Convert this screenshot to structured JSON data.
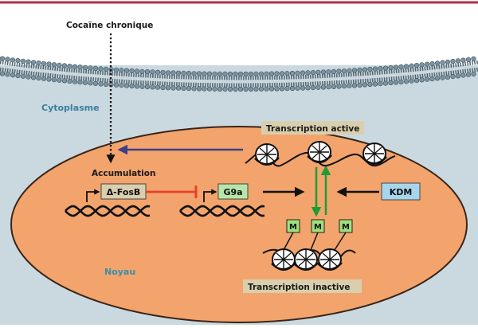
{
  "stimulus": "Cocaïne chronique",
  "compartments": {
    "cytoplasm": "Cytoplasme",
    "nucleus": "Noyau"
  },
  "nodes": {
    "accumulation": "Accumulation",
    "delta_fosb": "Δ-FosB",
    "g9a": "G9a",
    "kdm": "KDM",
    "methyl_mark": "M"
  },
  "states": {
    "active": "Transcription active",
    "inactive": "Transcription inactive"
  },
  "colors": {
    "frame_line": "#b03045",
    "cytoplasm_bg": "#cad9df",
    "nucleus_fill": "#f2a46c",
    "nucleus_stroke": "#3a2418",
    "membrane_head": "#7a94a4",
    "label_box": "#d9cfae",
    "g9a_box": "#b8e6aa",
    "kdm_box": "#a7d6ec",
    "methyl_box": "#9fe07c",
    "inhibit_red": "#e8402c",
    "feedback_blue": "#3d3d8a",
    "green_arrow": "#1f9b36",
    "cyto_text": "#3a7ea0",
    "nucleus_text": "#3a8fa8"
  },
  "icons": [
    "nucleosome-icon",
    "dna-helix-icon",
    "promoter-arrow-icon"
  ]
}
